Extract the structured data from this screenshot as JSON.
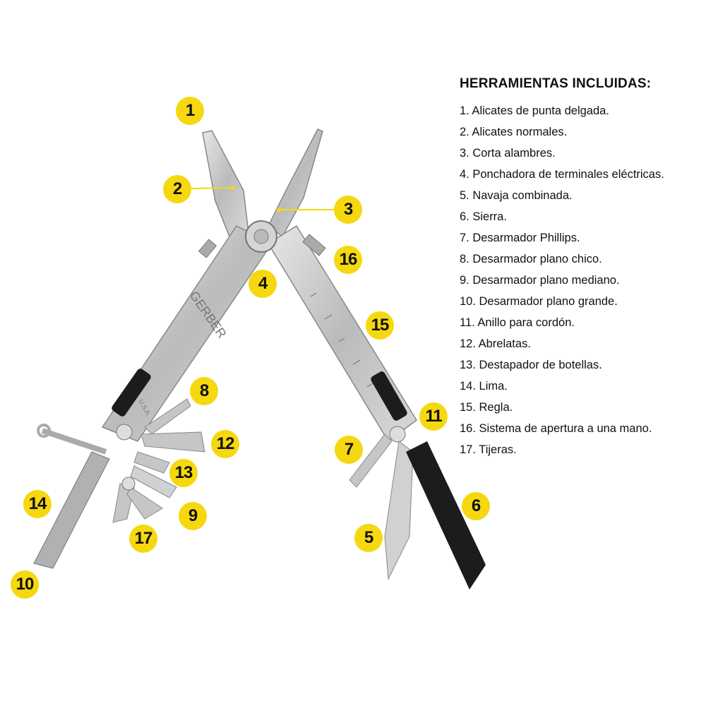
{
  "legend": {
    "title": "HERRAMIENTAS INCLUIDAS:",
    "items": [
      "1. Alicates de punta delgada.",
      "2. Alicates normales.",
      "3. Corta alambres.",
      "4. Ponchadora de terminales eléctricas.",
      "5. Navaja combinada.",
      "6. Sierra.",
      "7. Desarmador Phillips.",
      "8. Desarmador plano chico.",
      "9. Desarmador plano mediano.",
      "10. Desarmador plano grande.",
      "11. Anillo para cordón.",
      "12. Abrelatas.",
      "13. Destapador de botellas.",
      "14. Lima.",
      "15. Regla.",
      "16. Sistema de apertura a una mano.",
      "17. Tijeras."
    ]
  },
  "callouts": [
    "1",
    "2",
    "3",
    "4",
    "5",
    "6",
    "7",
    "8",
    "9",
    "10",
    "11",
    "12",
    "13",
    "14",
    "15",
    "16",
    "17"
  ],
  "engraving": {
    "brand": "GERBER",
    "origin": "U.S.A."
  },
  "colors": {
    "badge": "#f5d80f",
    "steel": "#c9cacc",
    "grip": "#1c1c1c",
    "text": "#111111"
  }
}
